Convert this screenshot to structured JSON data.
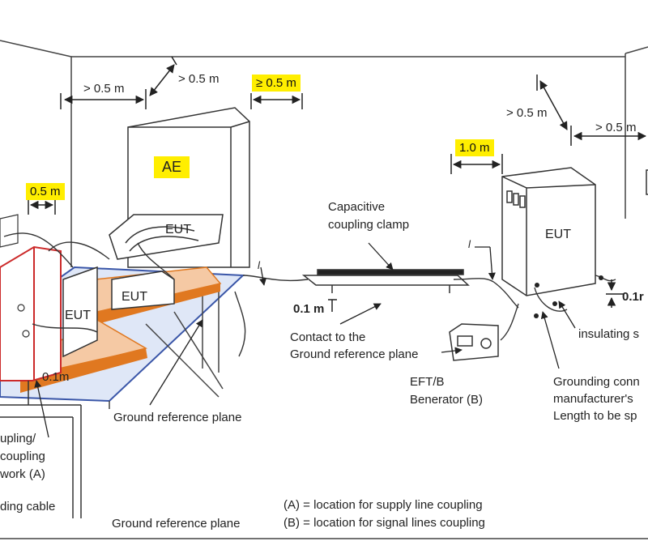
{
  "dims": {
    "gt05m_a": "> 0.5 m",
    "gt05m_b": "> 0.5 m",
    "ge05m": "≥ 0.5 m",
    "d05m": "0.5 m",
    "d10m": "1.0 m",
    "gt05m_c": "> 0.5 m",
    "gt05m_d": "> 0.5 m",
    "d01m_a": "0.1 m",
    "d01m_b": "0.1m",
    "d01m_c": "0.1r",
    "l_a": "l",
    "l_b": "l"
  },
  "equipment": {
    "ae": "AE",
    "eut_back": "EUT",
    "eut_front": "EUT",
    "eut_left": "EUT",
    "eut_right": "EUT"
  },
  "labels": {
    "clamp_line1": "Capacitive",
    "clamp_line2": "coupling clamp",
    "contact_line1": "Contact to the",
    "contact_line2": "Ground reference plane",
    "eft_line1": "EFT/B",
    "eft_line2": "Benerator (B)",
    "insulating": "insulating s",
    "grounding_line1": "Grounding conn",
    "grounding_line2": "manufacturer's",
    "grounding_line3": "Length to be sp",
    "grp_mid": "Ground reference plane",
    "grp_bottom": "Ground reference plane",
    "cdn_line1": "upling/",
    "cdn_line2": "coupling",
    "cdn_line3": "work (A)",
    "ground_cable": "ding cable",
    "legend_a": "(A) = location for supply line coupling",
    "legend_b": "(B) = location for signal lines coupling"
  },
  "colors": {
    "highlight": "#ffee00",
    "wood": "#f5c9a4",
    "wood_edge": "#e07820",
    "plane": "#dfe7f7",
    "plane_edge": "#3a56a8",
    "cdn_red": "#cc2a2a"
  }
}
